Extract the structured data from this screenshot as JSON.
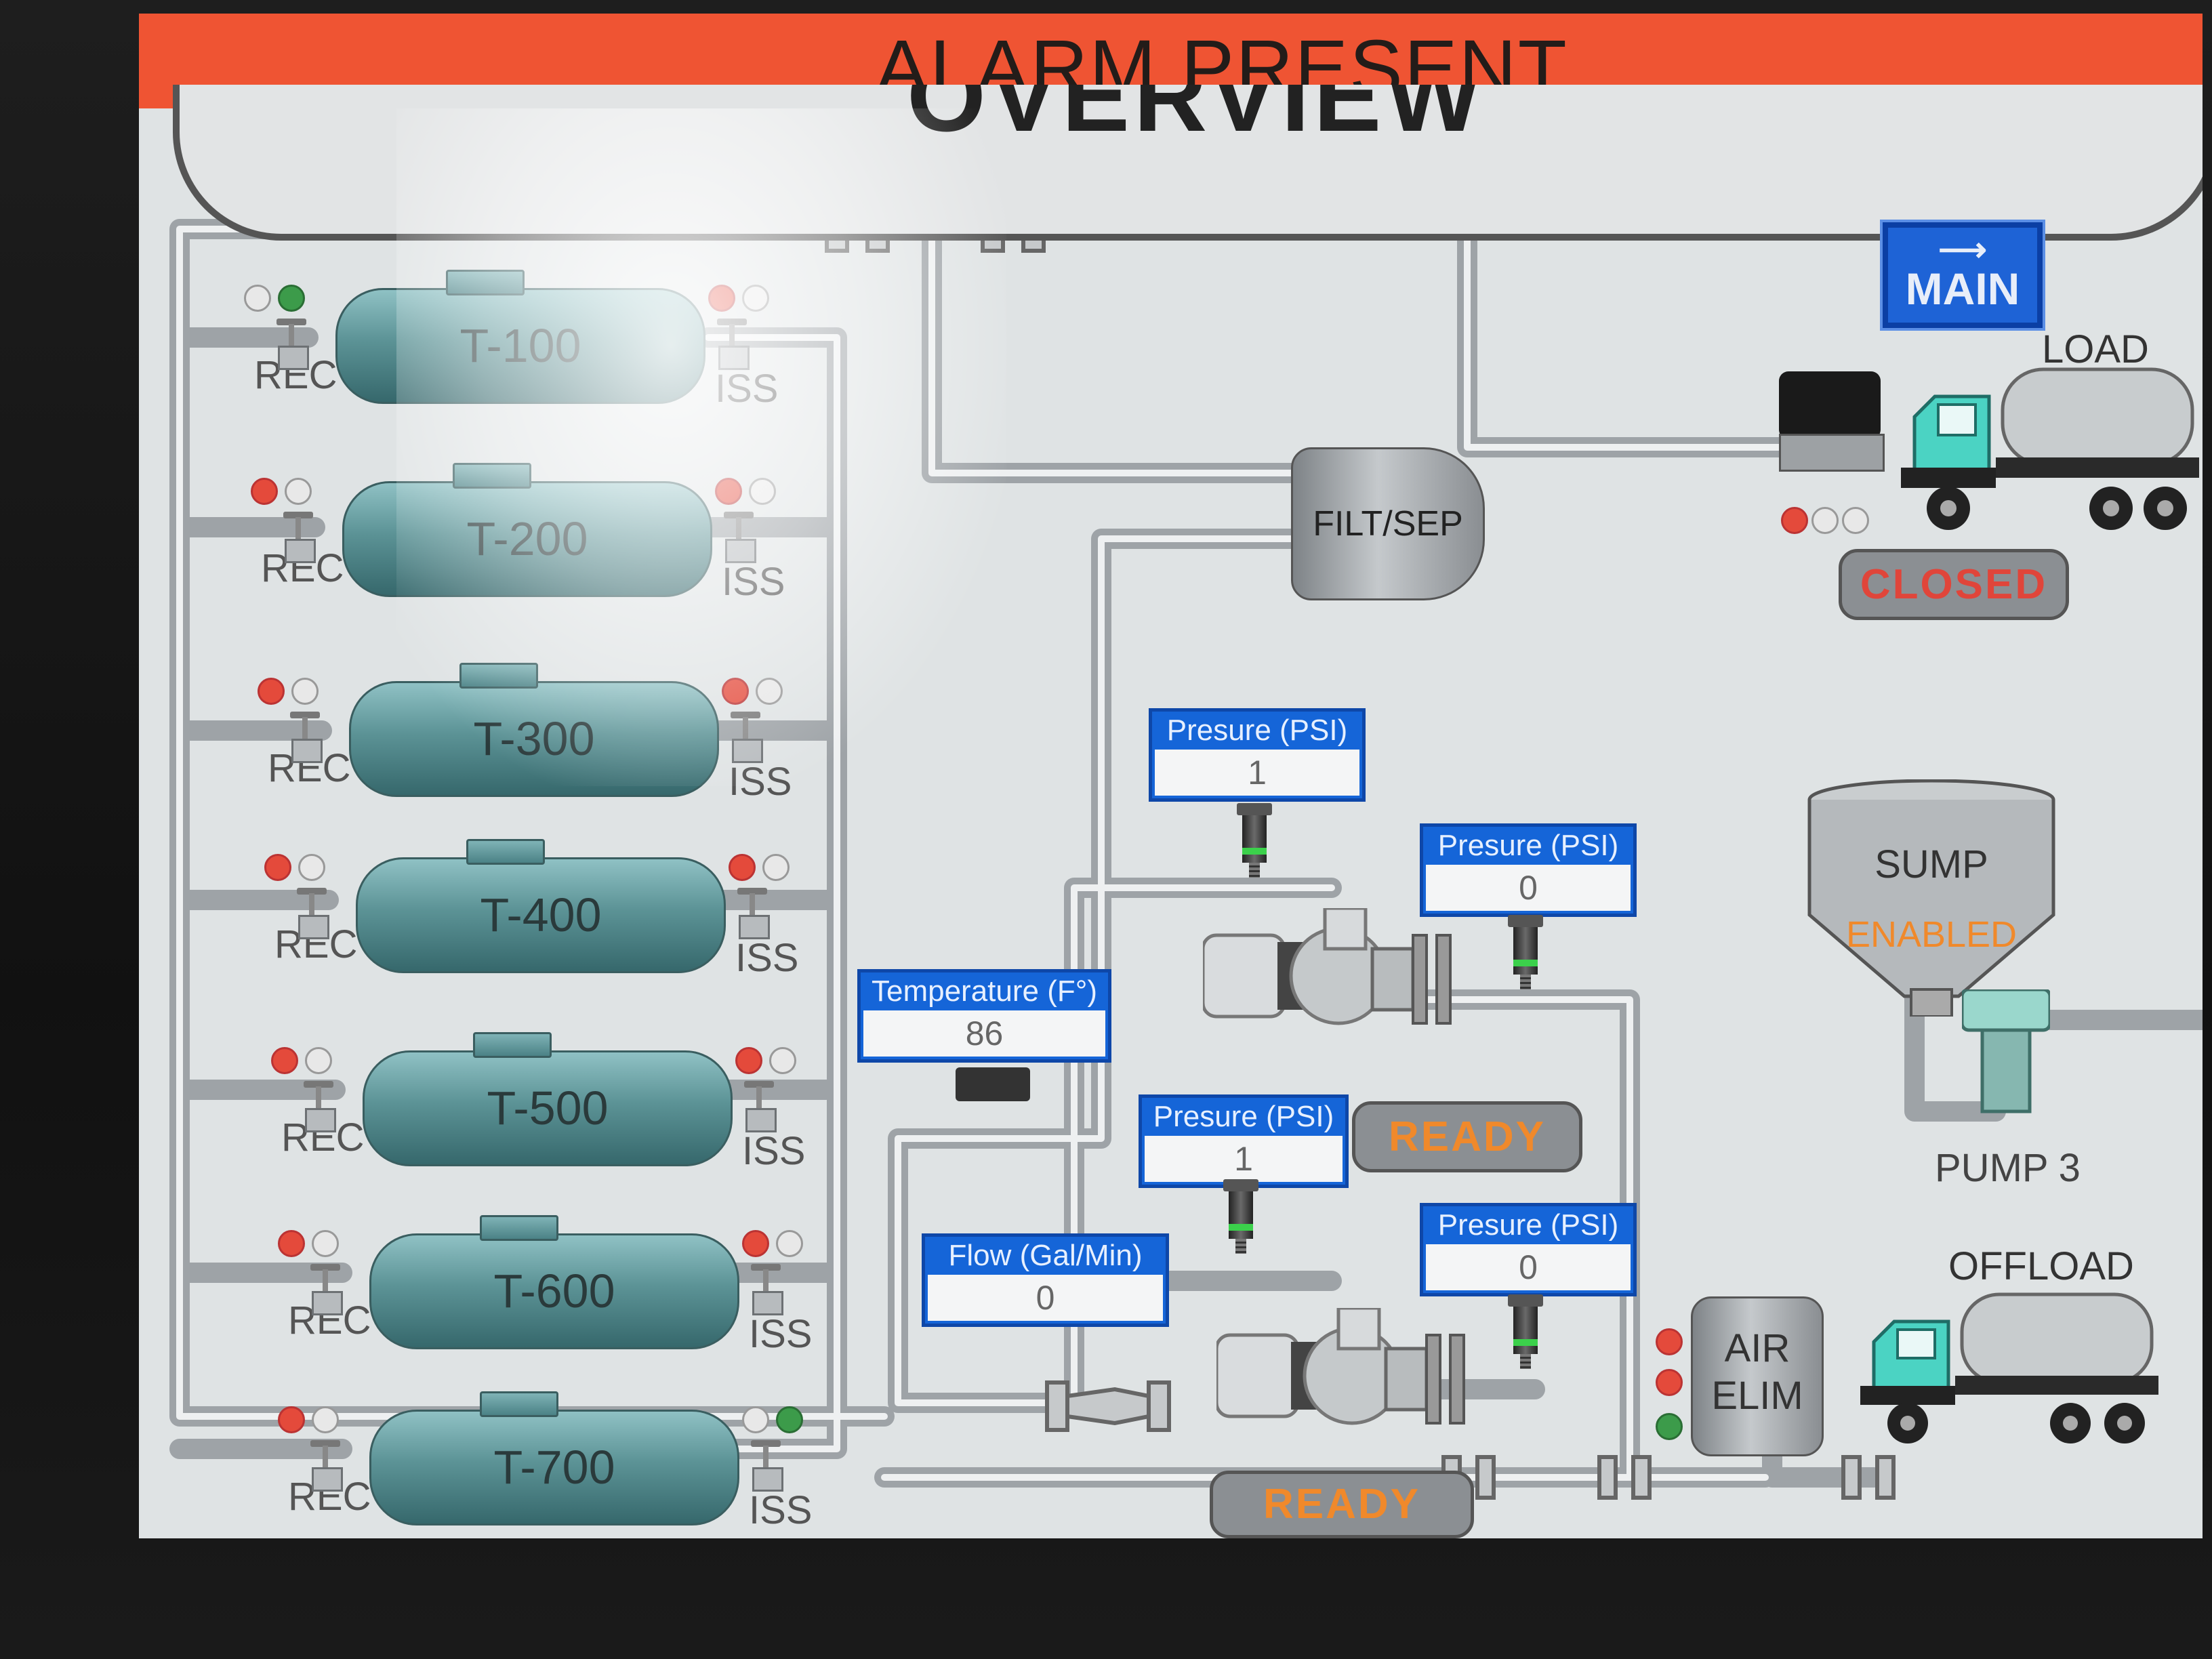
{
  "alarm": {
    "text": "ALARM PRESENT",
    "color": "#ef5433"
  },
  "screen_title": "OVERVIEW",
  "nav": {
    "main_label": "MAIN",
    "main_icon": "arrow-right-icon"
  },
  "tanks": [
    {
      "name": "T-100",
      "rec_label": "REC",
      "iss_label": "ISS",
      "rec_lamps": [
        "off",
        "green"
      ],
      "iss_lamps": [
        "red",
        "off"
      ]
    },
    {
      "name": "T-200",
      "rec_label": "REC",
      "iss_label": "ISS",
      "rec_lamps": [
        "red",
        "off"
      ],
      "iss_lamps": [
        "red",
        "off"
      ]
    },
    {
      "name": "T-300",
      "rec_label": "REC",
      "iss_label": "ISS",
      "rec_lamps": [
        "red",
        "off"
      ],
      "iss_lamps": [
        "red",
        "off"
      ]
    },
    {
      "name": "T-400",
      "rec_label": "REC",
      "iss_label": "ISS",
      "rec_lamps": [
        "red",
        "off"
      ],
      "iss_lamps": [
        "red",
        "off"
      ]
    },
    {
      "name": "T-500",
      "rec_label": "REC",
      "iss_label": "ISS",
      "rec_lamps": [
        "red",
        "off"
      ],
      "iss_lamps": [
        "red",
        "off"
      ]
    },
    {
      "name": "T-600",
      "rec_label": "REC",
      "iss_label": "ISS",
      "rec_lamps": [
        "red",
        "off"
      ],
      "iss_lamps": [
        "red",
        "off"
      ]
    },
    {
      "name": "T-700",
      "rec_label": "REC",
      "iss_label": "ISS",
      "rec_lamps": [
        "red",
        "off"
      ],
      "iss_lamps": [
        "off",
        "green"
      ]
    }
  ],
  "filt_sep": {
    "label": "FILT/SEP"
  },
  "load": {
    "label": "LOAD",
    "status": "CLOSED",
    "lamps": [
      "red",
      "off",
      "off"
    ]
  },
  "sump": {
    "label": "SUMP",
    "status": "ENABLED"
  },
  "pump3": {
    "label": "PUMP 3"
  },
  "offload": {
    "label": "OFFLOAD"
  },
  "air_elim": {
    "label_line1": "AIR",
    "label_line2": "ELIM",
    "lamps": [
      "red",
      "red",
      "green"
    ]
  },
  "readouts": {
    "temperature": {
      "label": "Temperature (F°)",
      "value": "86"
    },
    "flow": {
      "label": "Flow (Gal/Min)",
      "value": "0"
    },
    "pressure1": {
      "label": "Presure (PSI)",
      "value": "1"
    },
    "pressure2": {
      "label": "Presure (PSI)",
      "value": "0"
    },
    "pressure3": {
      "label": "Presure (PSI)",
      "value": "1"
    },
    "pressure4": {
      "label": "Presure (PSI)",
      "value": "0"
    }
  },
  "pump1": {
    "status": "READY"
  },
  "pump2": {
    "status": "READY"
  }
}
